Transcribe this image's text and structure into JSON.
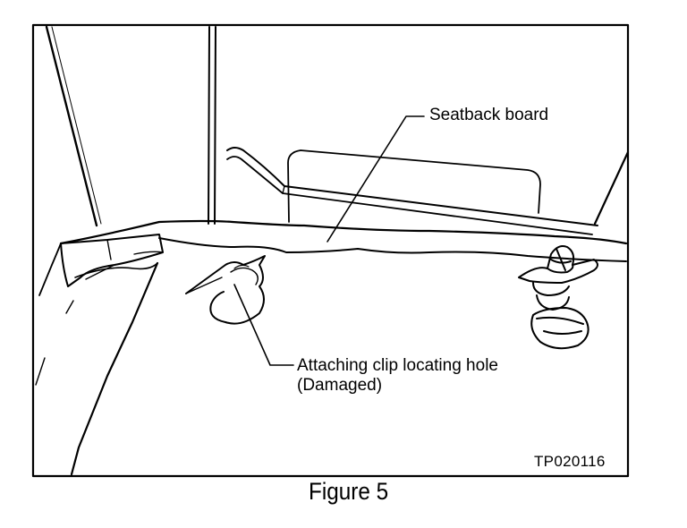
{
  "labels": {
    "seatback_board": "Seatback board",
    "clip_hole_line1": "Attaching clip locating hole",
    "clip_hole_line2": "(Damaged)",
    "figure_code": "TP020116"
  },
  "caption": "Figure 5",
  "colors": {
    "ink": "#000000",
    "paper": "#ffffff"
  }
}
